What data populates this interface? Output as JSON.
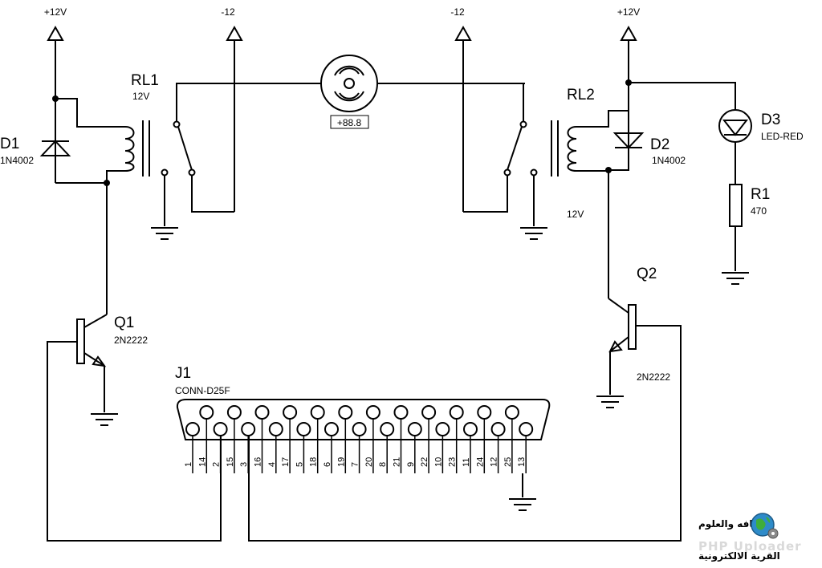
{
  "rails": {
    "vcc_left": "+12V",
    "neg_left": "-12",
    "neg_right": "-12",
    "vcc_right": "+12V"
  },
  "components": {
    "d1": {
      "ref": "D1",
      "value": "1N4002"
    },
    "rl1": {
      "ref": "RL1",
      "value": "12V"
    },
    "motor": {
      "readout": "+88.8"
    },
    "rl2": {
      "ref": "RL2",
      "value": "12V"
    },
    "d2": {
      "ref": "D2",
      "value": "1N4002"
    },
    "d3": {
      "ref": "D3",
      "value": "LED-RED"
    },
    "r1": {
      "ref": "R1",
      "value": "470"
    },
    "q1": {
      "ref": "Q1",
      "value": "2N2222"
    },
    "q2": {
      "ref": "Q2",
      "value": "2N2222"
    },
    "j1": {
      "ref": "J1",
      "value": "CONN-D25F"
    }
  },
  "connector_pins": [
    "1",
    "14",
    "2",
    "15",
    "3",
    "16",
    "4",
    "17",
    "5",
    "18",
    "6",
    "19",
    "7",
    "20",
    "8",
    "21",
    "9",
    "22",
    "10",
    "23",
    "11",
    "24",
    "12",
    "25",
    "13"
  ],
  "watermark": {
    "line1": "ثقافه والعلوم",
    "line2": "PHP Uploader",
    "line3": "القرية الالكترونية"
  }
}
